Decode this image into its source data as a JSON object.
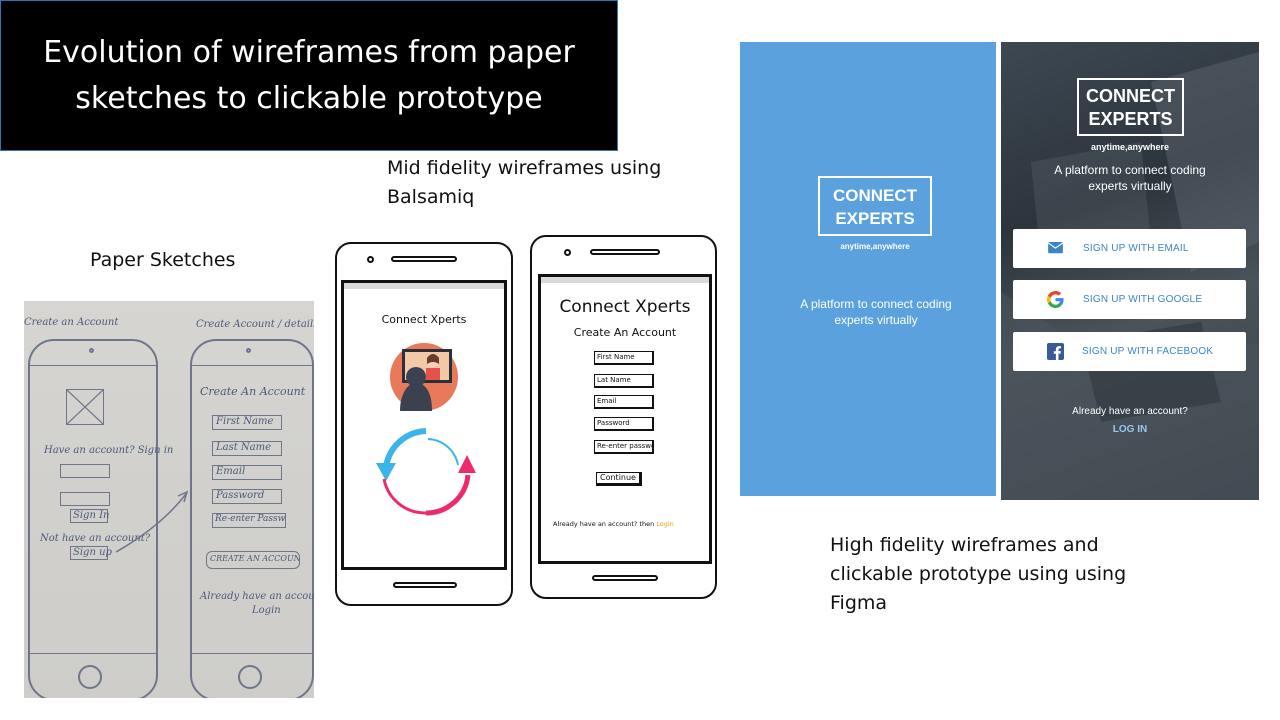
{
  "title": "Evolution of wireframes from paper sketches to clickable prototype",
  "captions": {
    "paper": "Paper Sketches",
    "mid_line1": "Mid fidelity wireframes using",
    "mid_line2": "Balsamiq",
    "high_line1": "High fidelity wireframes and",
    "high_line2": "clickable prototype using  using",
    "high_line3": "Figma"
  },
  "paper_sketch": {
    "left_header": "Create an Account",
    "right_header": "Create Account / details",
    "left_text1": "Have an account? Sign in",
    "left_button1": "Sign In",
    "left_text2": "Not have an account?",
    "left_button2": "Sign up",
    "right_title": "Create An Account",
    "right_fields": [
      "First Name",
      "Last Name",
      "Email",
      "Password",
      "Re-enter Password"
    ],
    "right_button": "CREATE AN ACCOUNT",
    "right_footer1": "Already have an account?",
    "right_footer2": "Login"
  },
  "balsamiq_phone1": {
    "app_name": "Connect Xperts"
  },
  "balsamiq_phone2": {
    "app_name": "Connect Xperts",
    "subtitle": "Create An Account",
    "fields": [
      "First Name",
      "Lat Name",
      "Email",
      "Password",
      "Re-enter passwo"
    ],
    "button": "Continue",
    "footer": "Already have an account? then",
    "footer_link": "Login"
  },
  "figma_splash": {
    "logo_line1": "CONNECT",
    "logo_line2": "EXPERTS",
    "tagline": "anytime,anywhere",
    "description_line1": "A platform to connect coding",
    "description_line2": "experts virtually",
    "bg_color": "#5aa1de"
  },
  "figma_login": {
    "logo_line1": "CONNECT",
    "logo_line2": "EXPERTS",
    "tagline": "anytime,anywhere",
    "description_line1": "A platform to connect coding",
    "description_line2": "experts virtually",
    "buttons": [
      {
        "label": "SIGN UP WITH EMAIL",
        "icon": "email-icon"
      },
      {
        "label": "SIGN UP WITH GOOGLE",
        "icon": "google-icon"
      },
      {
        "label": "SIGN UP WITH FACEBOOK",
        "icon": "facebook-icon"
      }
    ],
    "footer_text": "Already have an account?",
    "login_link": "LOG IN",
    "accent_color": "#3b84c9"
  }
}
